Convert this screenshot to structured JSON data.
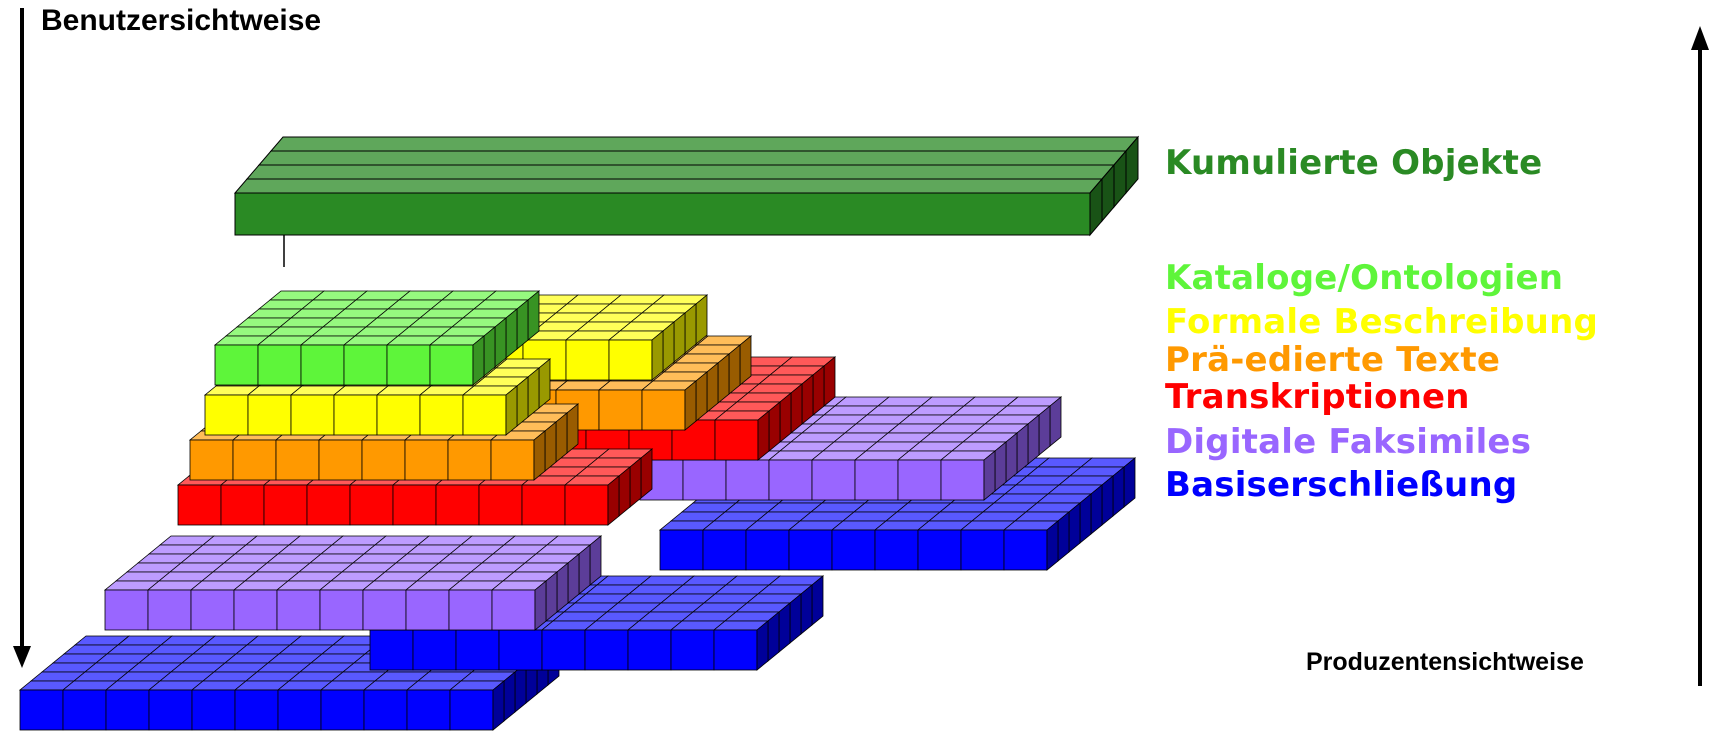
{
  "labels": {
    "user_view": "Benutzersichtweise",
    "producer_view": "Produzentensichtweise"
  },
  "layers": [
    {
      "key": "kumuliert",
      "label": "Kumulierte Objekte",
      "color": "#2a8a24"
    },
    {
      "key": "kataloge",
      "label": "Kataloge/Ontologien",
      "color": "#5ef53a"
    },
    {
      "key": "formal",
      "label": "Formale Beschreibung",
      "color": "#ffff00"
    },
    {
      "key": "praeediert",
      "label": "Prä-edierte Texte",
      "color": "#ff9900"
    },
    {
      "key": "transkriptionen",
      "label": "Transkriptionen",
      "color": "#ff0000"
    },
    {
      "key": "faksimiles",
      "label": "Digitale Faksimiles",
      "color": "#9966ff"
    },
    {
      "key": "basis",
      "label": "Basiserschließung",
      "color": "#0000ff"
    }
  ],
  "arrows": {
    "left": "down",
    "right": "up"
  }
}
